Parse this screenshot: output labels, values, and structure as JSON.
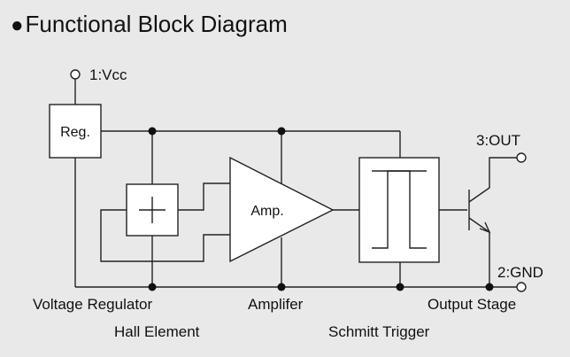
{
  "title": "Functional Block Diagram",
  "title_bullet": "●",
  "pins": {
    "vcc": "1:Vcc",
    "out": "3:OUT",
    "gnd": "2:GND"
  },
  "blocks": {
    "regulator": "Reg.",
    "amplifier": "Amp."
  },
  "labels": {
    "voltage_regulator": "Voltage Regulator",
    "hall_element": "Hall Element",
    "amplifier": "Amplifer",
    "schmitt_trigger": "Schmitt Trigger",
    "output_stage": "Output Stage"
  }
}
